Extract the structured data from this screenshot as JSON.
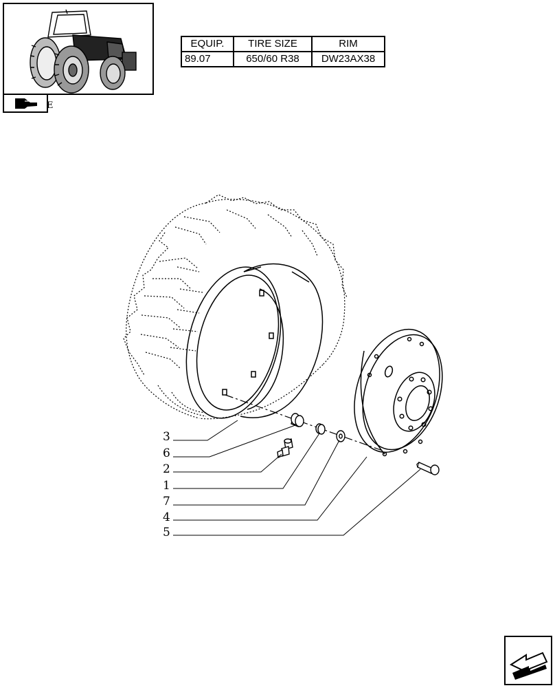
{
  "thumbnail": {
    "tab_label": "E",
    "icon": "tractor-thumbnail-icon",
    "tab_icon": "hand-pointer-icon"
  },
  "spec_table": {
    "headers": [
      "EQUIP.",
      "TIRE SIZE",
      "RIM"
    ],
    "row": [
      "89.07",
      "650/60 R38",
      "DW23AX38"
    ]
  },
  "callouts": [
    "3",
    "6",
    "2",
    "1",
    "7",
    "4",
    "5"
  ],
  "nav": {
    "icon": "next-page-arrow-icon"
  }
}
